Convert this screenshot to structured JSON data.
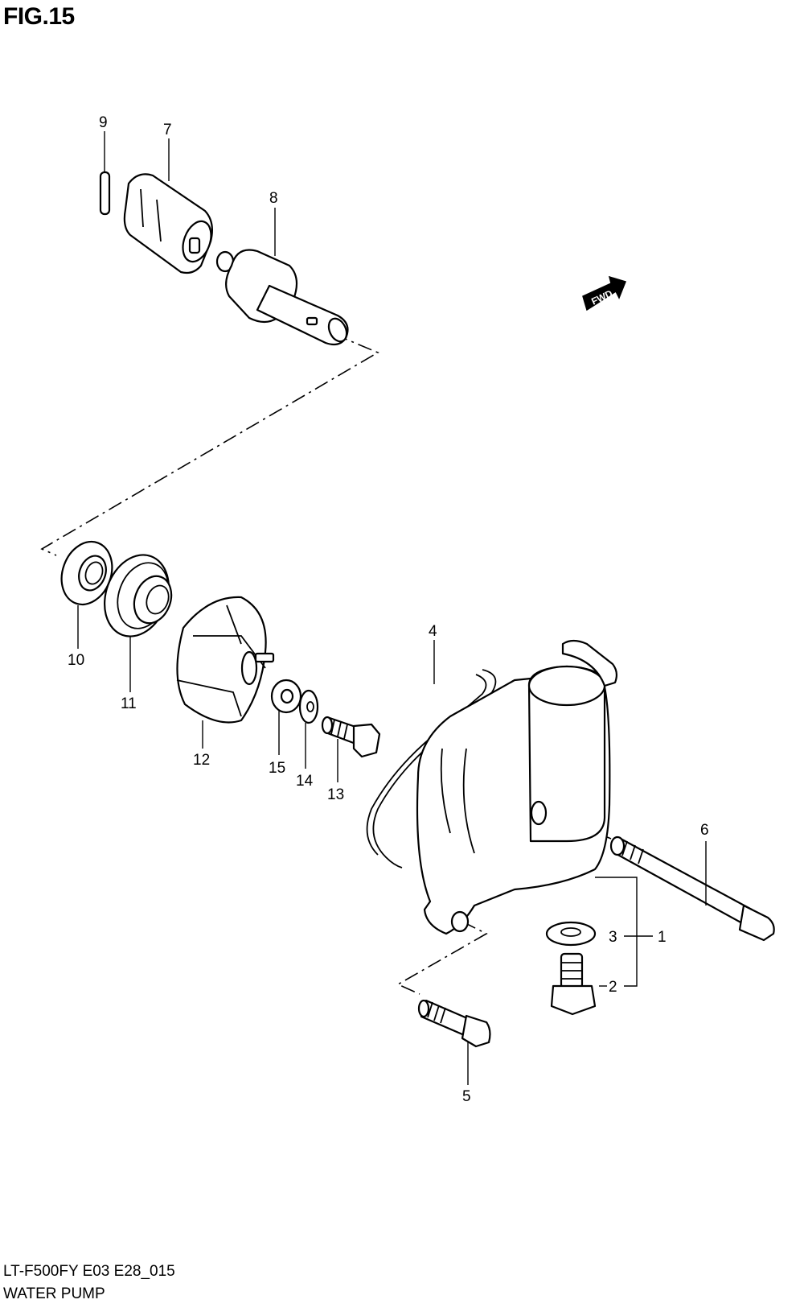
{
  "figure": {
    "title": "FIG.15"
  },
  "footer": {
    "code": "LT-F500FY E03 E28_015",
    "name": "WATER PUMP"
  },
  "fwd_label": "FWD",
  "callouts": [
    "9",
    "7",
    "8",
    "10",
    "11",
    "12",
    "15",
    "14",
    "13",
    "4",
    "6",
    "3",
    "1",
    "2",
    "5"
  ]
}
